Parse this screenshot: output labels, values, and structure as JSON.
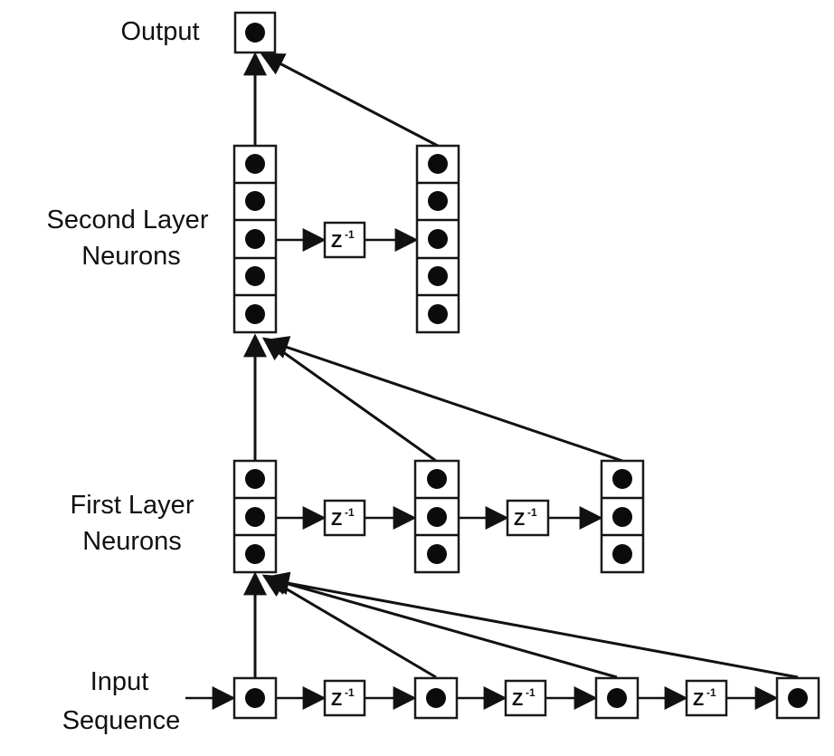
{
  "labels": {
    "output": "Output",
    "second_layer_line1": "Second Layer",
    "second_layer_line2": "Neurons",
    "first_layer_line1": "First Layer",
    "first_layer_line2": "Neurons",
    "input_line1": "Input",
    "input_line2": "Sequence"
  },
  "delay": {
    "base": "Z",
    "exponent": "-1"
  },
  "layers": {
    "output": {
      "units": 1
    },
    "second_layer": {
      "units": 5,
      "delayed_copies": 1
    },
    "first_layer": {
      "units": 3,
      "delayed_copies": 2
    },
    "input": {
      "units": 1,
      "delayed_copies": 3
    }
  }
}
